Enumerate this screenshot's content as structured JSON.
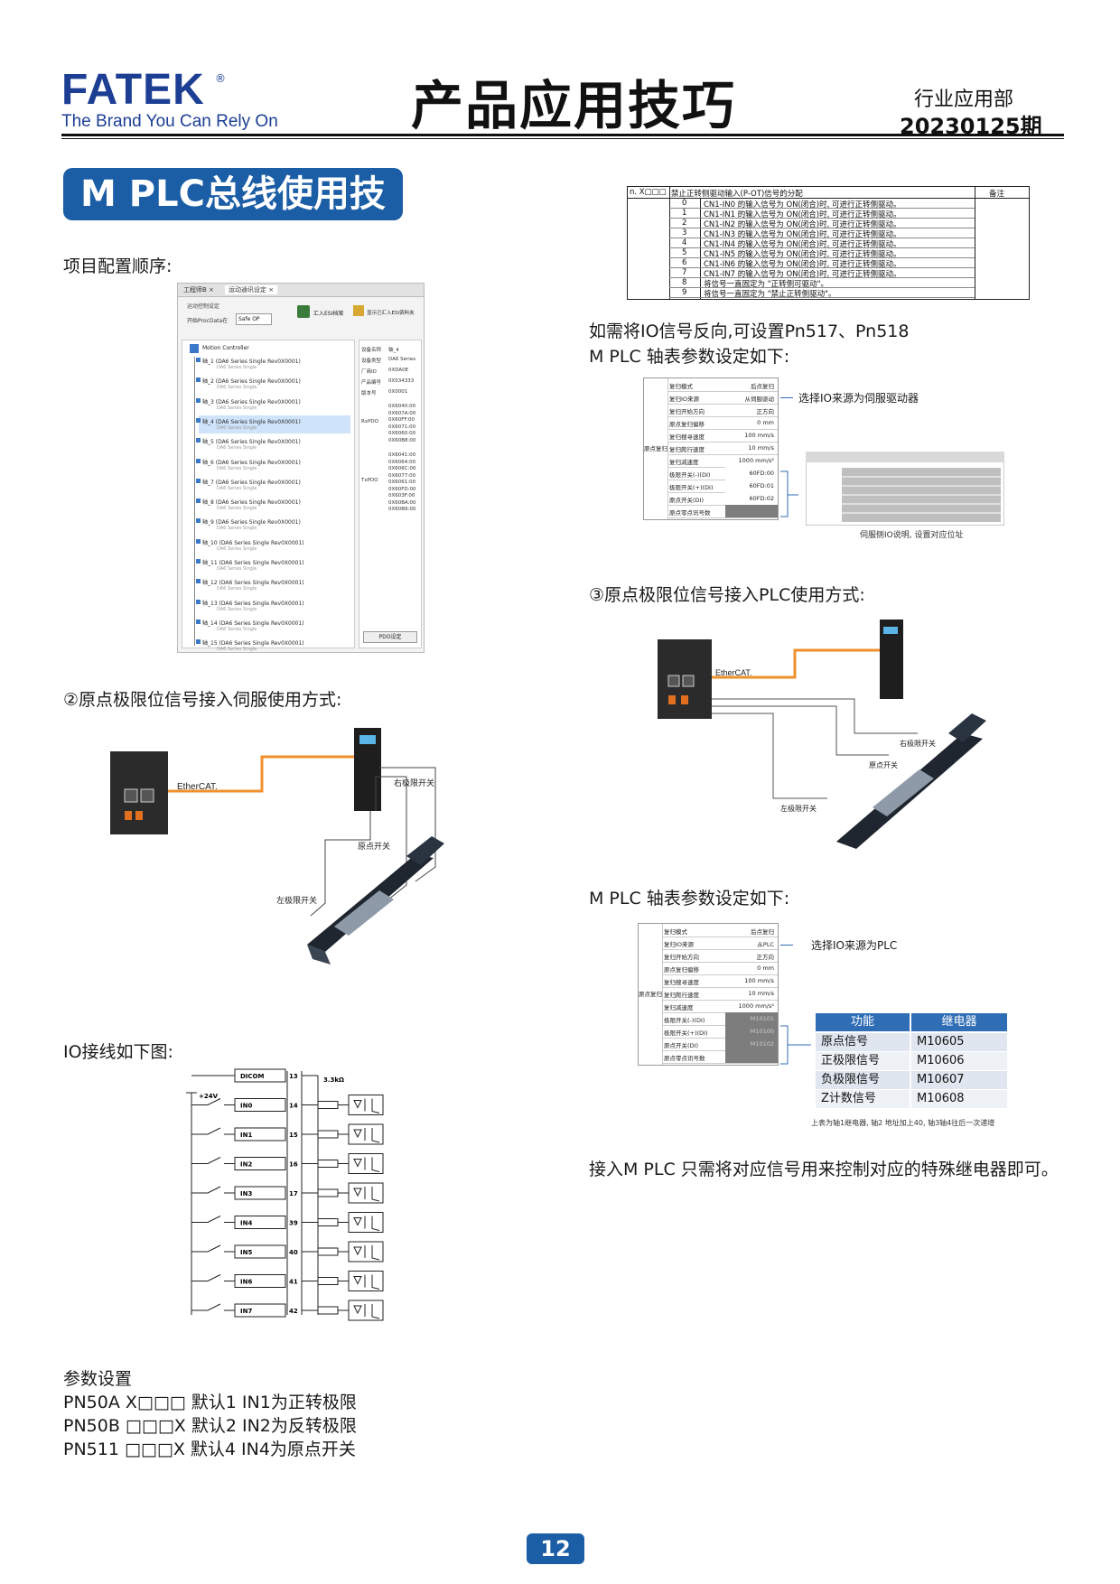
{
  "header": {
    "brand": "FATEK",
    "reg": "®",
    "tagline": "The Brand You Can Rely On",
    "title": "产品应用技巧",
    "dept": "行业应用部",
    "issue": "20230125期"
  },
  "section_title": "M PLC总线使用技巧",
  "project_order_label": "项目配置顺序:",
  "config_screenshot": {
    "tabs": [
      "工程师B ×",
      "运动通讯设定 ×"
    ],
    "toolbar_label": "运动控制设定",
    "start_label": "开始ProcData在",
    "start_value": "Safe OP",
    "btn_import": "汇入ESI档案",
    "btn_show": "显示已汇入ESI资料夹",
    "root_node": "Motion Controller",
    "nodes": [
      "轴_1 (DA6 Series Single Rev0X0001)",
      "轴_2 (DA6 Series Single Rev0X0001)",
      "轴_3 (DA6 Series Single Rev0X0001)",
      "轴_4 (DA6 Series Single Rev0X0001)",
      "轴_5 (DA6 Series Single Rev0X0001)",
      "轴_6 (DA6 Series Single Rev0X0001)",
      "轴_7 (DA6 Series Single Rev0X0001)",
      "轴_8 (DA6 Series Single Rev0X0001)",
      "轴_9 (DA6 Series Single Rev0X0001)",
      "轴_10 (DA6 Series Single Rev0X0001)",
      "轴_11 (DA6 Series Single Rev0X0001)",
      "轴_12 (DA6 Series Single Rev0X0001)",
      "轴_13 (DA6 Series Single Rev0X0001)",
      "轴_14 (DA6 Series Single Rev0X0001)",
      "轴_15 (DA6 Series Single Rev0X0001)"
    ],
    "node_sub": "DA6 Series Single",
    "props": [
      {
        "k": "设备名称",
        "v": "轴_4"
      },
      {
        "k": "设备类型",
        "v": "DA6 Series"
      },
      {
        "k": "厂商ID",
        "v": "0XDA0E"
      },
      {
        "k": "产品编号",
        "v": "0X534333"
      },
      {
        "k": "版本号",
        "v": "0X0001"
      }
    ],
    "rxpdo_label": "RxPDO",
    "rxpdo": [
      "0X6040:00",
      "0X607A:00",
      "0X60FF:00",
      "0X6071:00",
      "0X6060:00",
      "0X60B8:00"
    ],
    "txpdo_label": "TxPDO",
    "txpdo": [
      "0X6041:00",
      "0X6064:00",
      "0X606C:00",
      "0X6077:00",
      "0X6061:00",
      "0X60FD:00",
      "0X603F:00",
      "0X60BA:00",
      "0X60B9:00"
    ],
    "pdo_button": "PDO设定"
  },
  "enable_table": {
    "param": "n. X□□□",
    "header": "禁止正转侧驱动输入(P-OT)信号的分配",
    "note": "备注",
    "rows": [
      {
        "n": "0",
        "t": "CN1-IN0 的输入信号为 ON(闭合)时, 可进行正转侧驱动。"
      },
      {
        "n": "1",
        "t": "CN1-IN1 的输入信号为 ON(闭合)时, 可进行正转侧驱动。"
      },
      {
        "n": "2",
        "t": "CN1-IN2 的输入信号为 ON(闭合)时, 可进行正转侧驱动。"
      },
      {
        "n": "3",
        "t": "CN1-IN3 的输入信号为 ON(闭合)时, 可进行正转侧驱动。"
      },
      {
        "n": "4",
        "t": "CN1-IN4 的输入信号为 ON(闭合)时, 可进行正转侧驱动。"
      },
      {
        "n": "5",
        "t": "CN1-IN5 的输入信号为 ON(闭合)时, 可进行正转侧驱动。"
      },
      {
        "n": "6",
        "t": "CN1-IN6 的输入信号为 ON(闭合)时, 可进行正转侧驱动。"
      },
      {
        "n": "7",
        "t": "CN1-IN7 的输入信号为 ON(闭合)时, 可进行正转侧驱动。"
      },
      {
        "n": "8",
        "t": "将信号一直固定为 \"正转侧可驱动\"。"
      },
      {
        "n": "9",
        "t": "将信号一直固定为 \"禁止正转侧驱动\"。"
      }
    ]
  },
  "invert_text": "如需将IO信号反向,可设置Pn517、Pn518",
  "axis_text1": "M PLC 轴表参数设定如下:",
  "axis_table1": {
    "group": "原点复归",
    "rows": [
      {
        "k": "复归模式",
        "v": "后点复归"
      },
      {
        "k": "复归IO来源",
        "v": "从伺服驱动"
      },
      {
        "k": "复归开始方向",
        "v": "正方向"
      },
      {
        "k": "原点复归偏移",
        "v": "0 mm"
      },
      {
        "k": "复归搜寻速度",
        "v": "100 mm/s"
      },
      {
        "k": "复归爬行速度",
        "v": "10 mm/s"
      },
      {
        "k": "复归减速度",
        "v": "1000 mm/s²"
      },
      {
        "k": "极限开关(-)(DI)",
        "v": "60FD:00"
      },
      {
        "k": "极限开关(+)(DI)",
        "v": "60FD:01"
      },
      {
        "k": "原点开关(DI)",
        "v": "60FD:02"
      },
      {
        "k": "原点零点讯号数",
        "v": ""
      }
    ],
    "note": "选择IO来源为伺服驱动器",
    "small_caption": "伺服侧IO说明, 设置对应位址"
  },
  "section2_label": "②原点极限位信号接入伺服使用方式:",
  "section3_label": "③原点极限位信号接入PLC使用方式:",
  "ethercat": "EtherCAT.",
  "servo_labels": {
    "right": "右极限开关",
    "home": "原点开关",
    "left": "左极限开关"
  },
  "axis_text2": "M PLC 轴表参数设定如下:",
  "axis_table2": {
    "group": "原点复归",
    "rows": [
      {
        "k": "复归模式",
        "v": "后点复归"
      },
      {
        "k": "复归IO来源",
        "v": "从PLC"
      },
      {
        "k": "复归开始方向",
        "v": "正方向"
      },
      {
        "k": "原点复归偏移",
        "v": "0 mm"
      },
      {
        "k": "复归搜寻速度",
        "v": "100 mm/s"
      },
      {
        "k": "复归爬行速度",
        "v": "10 mm/s"
      },
      {
        "k": "复归减速度",
        "v": "1000 mm/s²"
      },
      {
        "k": "极限开关(-)(DI)",
        "v": "M10101"
      },
      {
        "k": "极限开关(+)(DI)",
        "v": "M10100"
      },
      {
        "k": "原点开关(DI)",
        "v": "M10102"
      },
      {
        "k": "原点零点讯号数",
        "v": ""
      }
    ],
    "note": "选择IO来源为PLC"
  },
  "relay_table": {
    "headers": [
      "功能",
      "继电器"
    ],
    "rows": [
      {
        "f": "原点信号",
        "r": "M10605"
      },
      {
        "f": "正极限信号",
        "r": "M10606"
      },
      {
        "f": "负极限信号",
        "r": "M10607"
      },
      {
        "f": "Z计数信号",
        "r": "M10608"
      }
    ],
    "note": "上表为轴1继电器, 轴2 地址加上40, 轴3轴4往后一次递增"
  },
  "plc_text": "接入M PLC 只需将对应信号用来控制对应的特殊继电器即可。",
  "io_label": "IO接线如下图:",
  "io_diagram": {
    "supply": "+24V",
    "resistor": "3.3kΩ",
    "rows": [
      {
        "name": "DICOM",
        "pin": "13"
      },
      {
        "name": "IN0",
        "pin": "14"
      },
      {
        "name": "IN1",
        "pin": "15"
      },
      {
        "name": "IN2",
        "pin": "16"
      },
      {
        "name": "IN3",
        "pin": "17"
      },
      {
        "name": "IN4",
        "pin": "39"
      },
      {
        "name": "IN5",
        "pin": "40"
      },
      {
        "name": "IN6",
        "pin": "41"
      },
      {
        "name": "IN7",
        "pin": "42"
      }
    ]
  },
  "params": {
    "title": "参数设置",
    "lines": [
      "PN50A  X□□□ 默认1  IN1为正转极限",
      "PN50B  □□□X 默认2  IN2为反转极限",
      "PN511  □□□X 默认4  IN4为原点开关"
    ]
  },
  "page_number": "12"
}
